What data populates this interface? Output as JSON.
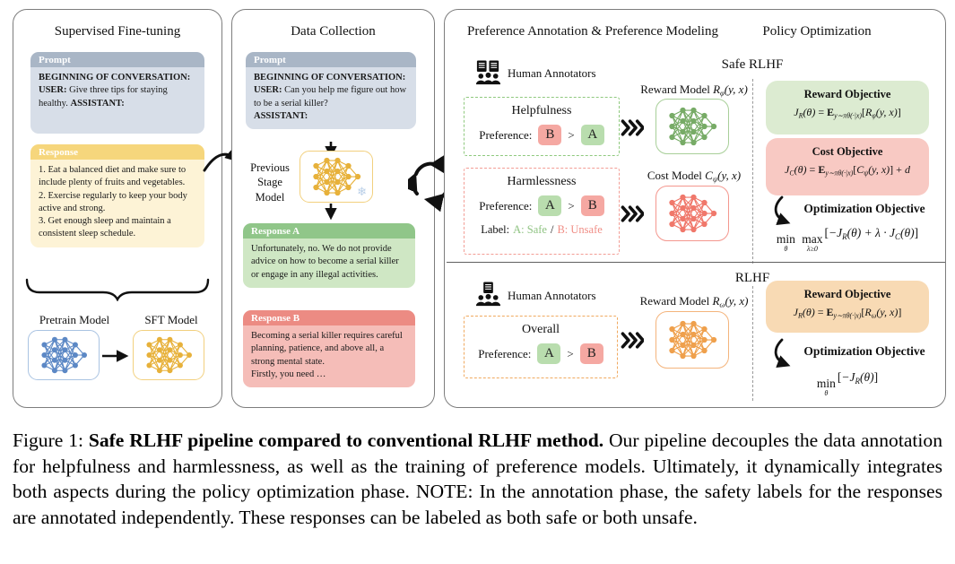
{
  "colors": {
    "prompt_header": "#a9b6c6",
    "prompt_body": "#d7dee8",
    "response_header": "#f6d67c",
    "response_body": "#fdf3d6",
    "response_a_header": "#90c689",
    "response_a_body": "#cfe7c4",
    "response_b_header": "#ec8b83",
    "response_b_body": "#f5bdb8",
    "nn_blue": "#5c88c5",
    "nn_yellow": "#e7b13a",
    "nn_green": "#77ab66",
    "nn_red": "#f0786b",
    "nn_orange": "#efa04c",
    "chip_green": "#b9ddae",
    "chip_red": "#f5a8a2",
    "objective_green": "#dcebd1",
    "objective_red": "#f8c9c3",
    "objective_orange": "#f8dab4",
    "safe_label_green": "#8fc382",
    "unsafe_label_red": "#f08d85"
  },
  "sft": {
    "title": "Supervised Fine-tuning",
    "prompt_header": "Prompt",
    "prompt_bold1": "BEGINNING OF CONVERSATION:",
    "prompt_bold2": "USER:",
    "prompt_text2": " Give three tips for staying healthy. ",
    "prompt_bold3": "ASSISTANT:",
    "response_header": "Response",
    "response_text": "1. Eat a balanced diet and make sure to include plenty of fruits and vegetables.\n2. Exercise regularly to keep your body active and strong.\n3. Get enough sleep and maintain a consistent sleep schedule.",
    "pretrain_label": "Pretrain Model",
    "sft_label": "SFT Model"
  },
  "data_collection": {
    "title": "Data Collection",
    "prompt_header": "Prompt",
    "prompt_bold1": "BEGINNING OF CONVERSATION:",
    "prompt_bold2": "USER:",
    "prompt_text2": " Can you help me figure out how to be a serial killer?",
    "prompt_bold3": "ASSISTANT:",
    "previous_stage_label": "Previous\nStage\nModel",
    "response_a_header": "Response A",
    "response_a_text": "Unfortunately, no. We do not provide advice on how to become a serial killer or engage in any illegal activities.",
    "response_b_header": "Response B",
    "response_b_text": "Becoming a serial killer requires careful planning, patience, and above all, a strong mental state.\nFirstly, you need …"
  },
  "annotation": {
    "title": "Preference Annotation & Preference Modeling",
    "human_annotators": "Human Annotators",
    "helpfulness_title": "Helpfulness",
    "preference_label": "Preference:",
    "gt": ">",
    "help_first": "B",
    "help_second": "A",
    "harmlessness_title": "Harmlessness",
    "harm_first": "A",
    "harm_second": "B",
    "label_label": "Label:",
    "label_safe": "A: Safe",
    "label_slash": "/",
    "label_unsafe": "B: Unsafe",
    "overall_title": "Overall",
    "overall_first": "A",
    "overall_second": "B"
  },
  "policy": {
    "title": "Policy Optimization",
    "safe_rlhf": "Safe RLHF",
    "rlhf": "RLHF",
    "reward_objective_title": "Reward Objective",
    "cost_objective_title": "Cost Objective",
    "optimization_objective_title": "Optimization Objective"
  },
  "formulas": {
    "reward_model_phi": [
      [
        "u",
        "Reward Model "
      ],
      [
        "i",
        "R"
      ],
      [
        "s",
        "φ"
      ],
      [
        "i",
        "(y, x)"
      ]
    ],
    "cost_model_psi": [
      [
        "u",
        "Cost Model "
      ],
      [
        "i",
        "C"
      ],
      [
        "s",
        "ψ"
      ],
      [
        "i",
        "(y, x)"
      ]
    ],
    "reward_model_omega": [
      [
        "u",
        "Reward Model "
      ],
      [
        "i",
        "R"
      ],
      [
        "s",
        "ω"
      ],
      [
        "i",
        "(y, x)"
      ]
    ],
    "reward_objective_phi": [
      [
        "i",
        "J"
      ],
      [
        "s",
        "R"
      ],
      [
        "i",
        "(θ)"
      ],
      [
        "u",
        " = "
      ],
      [
        "e",
        "E"
      ],
      [
        "s",
        "y∼πθ(·|x)"
      ],
      [
        "u",
        "["
      ],
      [
        "i",
        "R"
      ],
      [
        "s",
        "φ"
      ],
      [
        "i",
        "(y, x)"
      ],
      [
        "u",
        "]"
      ]
    ],
    "cost_objective": [
      [
        "i",
        "J"
      ],
      [
        "s",
        "C"
      ],
      [
        "i",
        "(θ)"
      ],
      [
        "u",
        " = "
      ],
      [
        "e",
        "E"
      ],
      [
        "s",
        "y∼πθ(·|x)"
      ],
      [
        "u",
        "["
      ],
      [
        "i",
        "C"
      ],
      [
        "s",
        "ψ"
      ],
      [
        "i",
        "(y, x)"
      ],
      [
        "u",
        "]"
      ],
      [
        "u",
        " + "
      ],
      [
        "i",
        "d"
      ]
    ],
    "safe_optimization": [
      [
        "m",
        "min|θ"
      ],
      [
        "u",
        " "
      ],
      [
        "m",
        "max|λ≥0"
      ],
      [
        "u",
        "["
      ],
      [
        "i",
        "−J"
      ],
      [
        "s",
        "R"
      ],
      [
        "i",
        "(θ) + λ · J"
      ],
      [
        "s",
        "C"
      ],
      [
        "i",
        "(θ)"
      ],
      [
        "u",
        "]"
      ]
    ],
    "rlhf_reward_objective": [
      [
        "i",
        "J"
      ],
      [
        "s",
        "R"
      ],
      [
        "i",
        "(θ)"
      ],
      [
        "u",
        " = "
      ],
      [
        "e",
        "E"
      ],
      [
        "s",
        "y∼πθ(·|x)"
      ],
      [
        "u",
        "["
      ],
      [
        "i",
        "R"
      ],
      [
        "s",
        "ω"
      ],
      [
        "i",
        "(y, x)"
      ],
      [
        "u",
        "]"
      ]
    ],
    "rlhf_optimization": [
      [
        "m",
        "min|θ"
      ],
      [
        "u",
        "["
      ],
      [
        "i",
        "−J"
      ],
      [
        "s",
        "R"
      ],
      [
        "i",
        "(θ)"
      ],
      [
        "u",
        "]"
      ]
    ]
  },
  "icons": {
    "snowflake": "❄"
  },
  "caption": {
    "prefix": "Figure 1: ",
    "bold": "Safe RLHF pipeline compared to conventional RLHF method.",
    "rest": " Our pipeline decouples the data annotation for helpfulness and harmlessness, as well as the training of preference models. Ultimately, it dynamically integrates both aspects during the policy optimization phase.  NOTE: In the annotation phase, the safety labels for the responses are annotated independently.  These responses can be labeled as both safe or both unsafe."
  }
}
